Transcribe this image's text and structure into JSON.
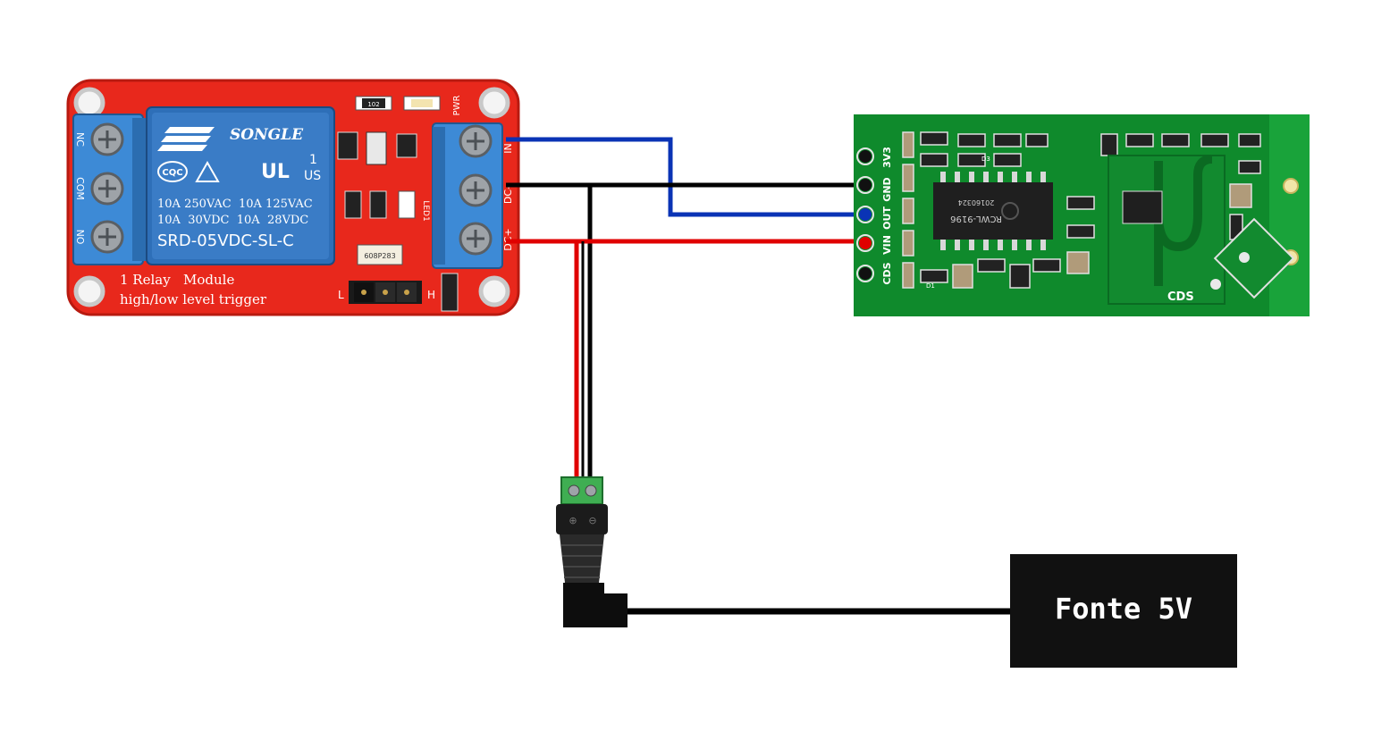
{
  "colors": {
    "relay_board": "#e8281c",
    "relay_board_edge": "#b81a10",
    "relay_body": "#2e6fb8",
    "terminal_block": "#3d8ad6",
    "sensor_board": "#0f8a2c",
    "sensor_board_light": "#19a33a",
    "wire_blue": "#0a33b5",
    "wire_black": "#000000",
    "wire_red": "#e00000",
    "power_box": "#111111",
    "power_text": "#ffffff"
  },
  "relay_module": {
    "brand": "SONGLE",
    "cert_cqc": "CQC",
    "cert_ul": "US",
    "cert_ul_num": "1",
    "rating_line1": "10A 250VAC  10A 125VAC",
    "rating_line2": "10A  30VDC  10A  28VDC",
    "model": "SRD-05VDC-SL-C",
    "label_line1": "1 Relay   Module",
    "label_line2": "high/low level trigger",
    "pwr_label": "PWR",
    "led1_label": "LED1",
    "res_label": "102",
    "opto_label": "608P283",
    "left_terminals": [
      "NC",
      "COM",
      "NO"
    ],
    "right_terminals": [
      "IN",
      "DC-",
      "DC+"
    ],
    "jumper_low": "L",
    "jumper_high": "H"
  },
  "sensor_module": {
    "pins": [
      "3V3",
      "GND",
      "OUT",
      "VIN",
      "CDS"
    ],
    "chip_label_1": "RCWL-9196",
    "chip_label_2": "20160324",
    "cds_label": "CDS",
    "silk_d1": "D1",
    "silk_d3": "D3"
  },
  "power_supply": {
    "label": "Fonte 5V"
  }
}
